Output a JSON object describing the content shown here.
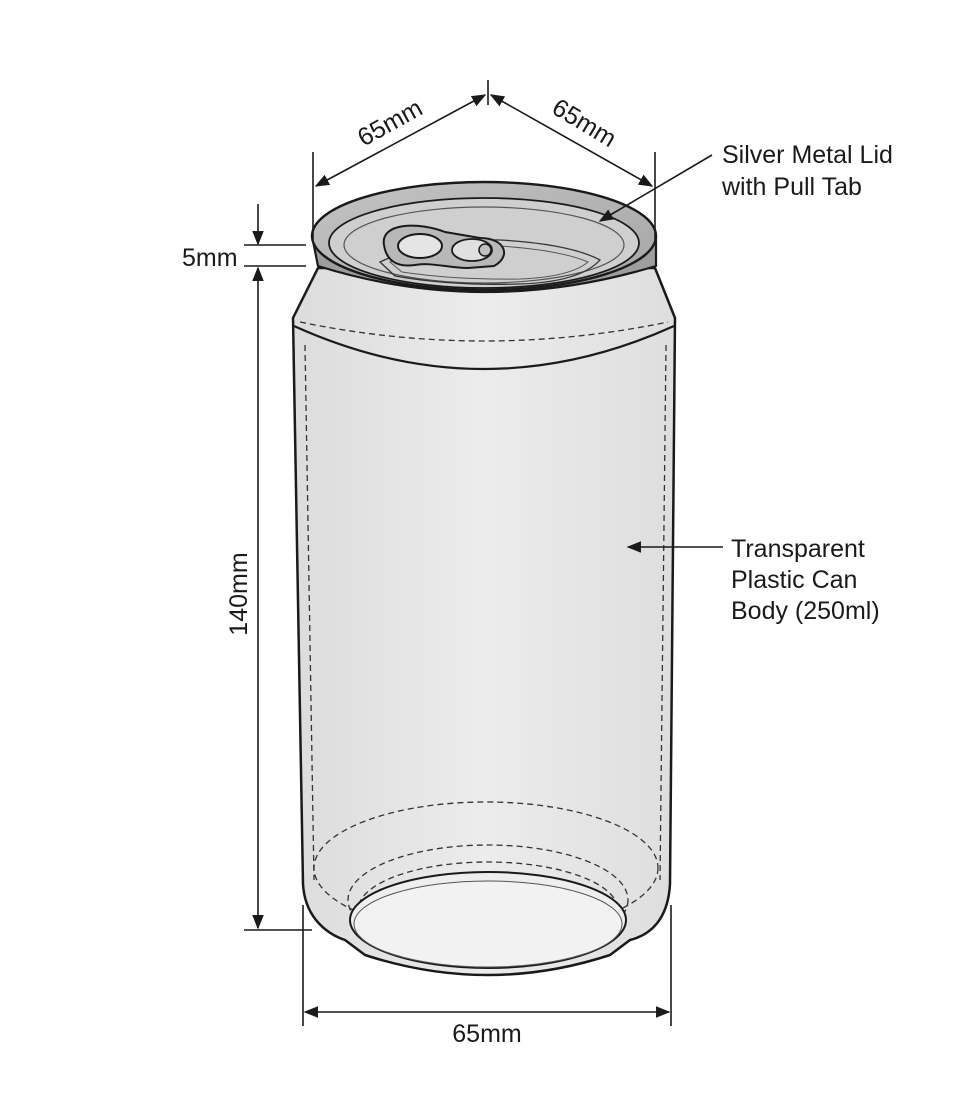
{
  "dimensions": {
    "top_left": "65mm",
    "top_right": "65mm",
    "lid_height": "5mm",
    "body_height": "140mm",
    "bottom_width": "65mm"
  },
  "callouts": {
    "lid": [
      "Silver Metal Lid",
      "with Pull Tab"
    ],
    "body": [
      "Transparent",
      "Plastic Can",
      "Body (250ml)"
    ]
  },
  "colors": {
    "lid_fill": "#b3b3b3",
    "body_fill": "#e6e6e6",
    "line": "#1a1a1a"
  }
}
